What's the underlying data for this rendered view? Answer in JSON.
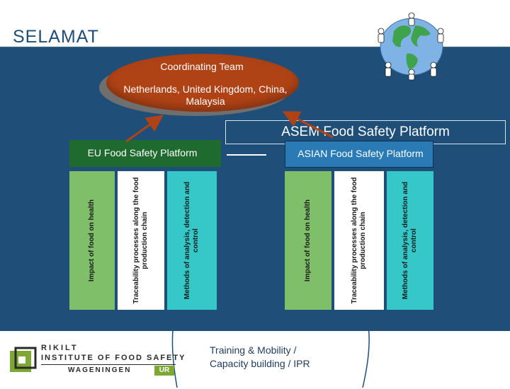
{
  "slide": {
    "title": "SELAMAT"
  },
  "coordinating": {
    "title": "Coordinating Team",
    "members": "Netherlands, United Kingdom, China, Malaysia",
    "color": "#b04316"
  },
  "asem": {
    "label": "ASEM Food Safety Platform"
  },
  "eu_platform": {
    "label": "EU Food Safety Platform",
    "color": "#1e6a2f",
    "columns": [
      "Impact of food on health",
      "Traceability processes along the food production chain",
      "Methods of analysis, detection and control"
    ]
  },
  "asian_platform": {
    "label": "ASIAN Food Safety Platform",
    "color": "#2a7bb5",
    "columns": [
      "Impact of food on health",
      "Traceability processes along the food production chain",
      "Methods of analysis, detection and control"
    ]
  },
  "column_colors": [
    "#7fbf6a",
    "#ffffff",
    "#36c8c8"
  ],
  "training": {
    "line1": "Training & Mobility /",
    "line2": "Capacity building / IPR"
  },
  "logo": {
    "name": "RIKILT",
    "institute": "INSTITUTE OF FOOD SAFETY",
    "wageningen": "WAGENINGEN",
    "ur": "UR",
    "ur_color": "#7da833"
  },
  "icons": {
    "globe": "globe-people-icon",
    "logo_mark": "rikilt-logo-icon"
  },
  "background_color": "#1f4e79"
}
